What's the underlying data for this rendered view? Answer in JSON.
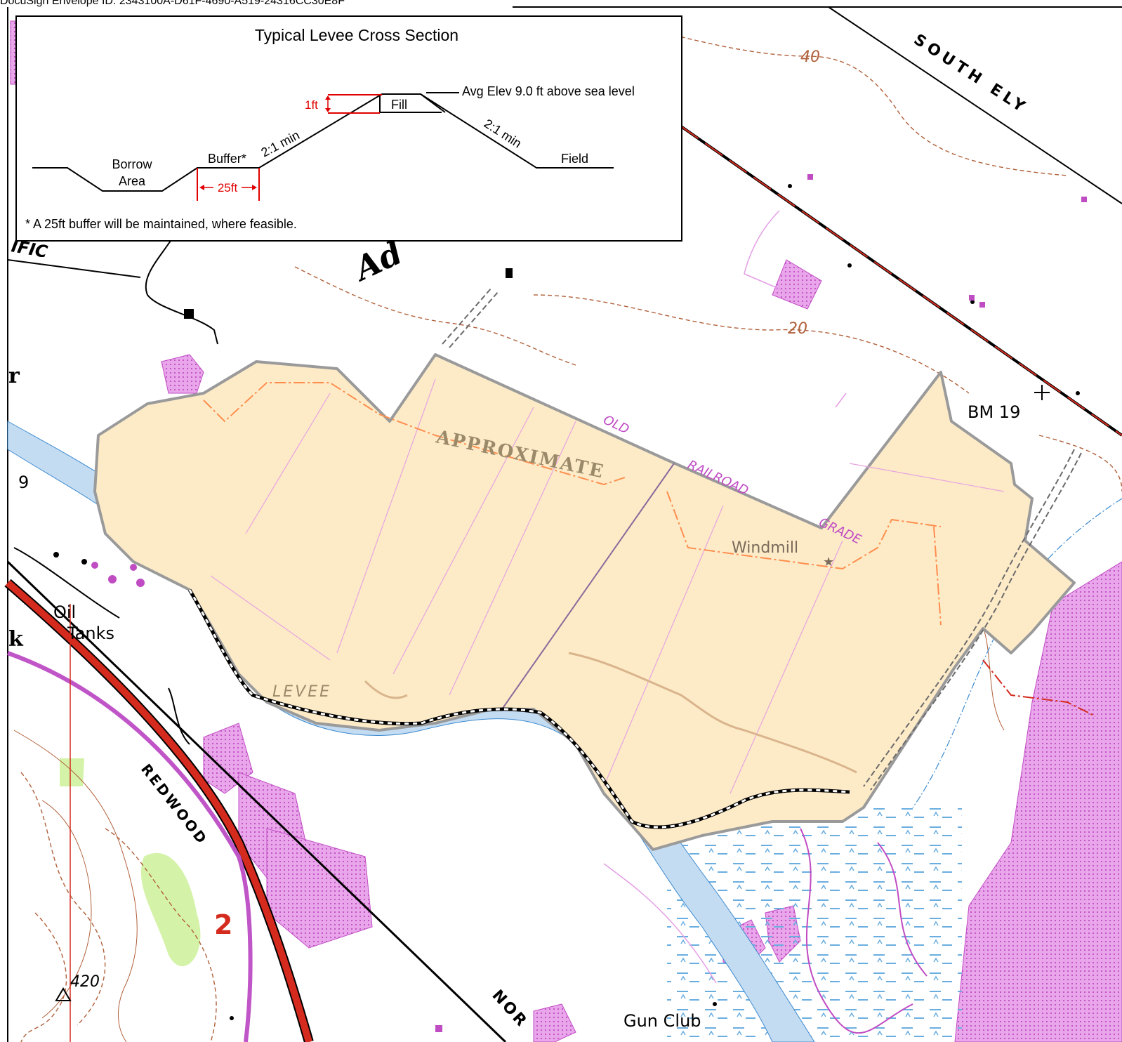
{
  "envelope_id": "DocuSign Envelope ID: 2343100A-D61F-4690-A519-24316CC30E8F",
  "inset": {
    "title": "Typical Levee Cross Section",
    "labels": {
      "avg_elev": "Avg Elev 9.0 ft above sea level",
      "one_ft": "1ft",
      "fill": "Fill",
      "slope_left": "2:1 min",
      "slope_right": "2:1 min",
      "borrow_line1": "Borrow",
      "borrow_line2": "Area",
      "buffer": "Buffer*",
      "buffer_width": "25ft",
      "field": "Field"
    },
    "footnote": "* A 25ft buffer will be maintained, where feasible."
  },
  "map_labels": {
    "south_ely": "SOUTH ELY",
    "contour_40": "40",
    "contour_20": "20",
    "pacific": "IFIC",
    "adobe": "Ad",
    "bm19": "BM 19",
    "old": "OLD",
    "railroad": "RAILROAD",
    "grade": "GRADE",
    "approximate": "APPROXIMATE",
    "windmill": "Windmill",
    "levee": "LEVEE",
    "oil": "Oil",
    "tanks": "Tanks",
    "redwood": "REDWOOD",
    "route_2": "2",
    "peak_420": "420",
    "gun_club": "Gun Club",
    "north": "NOR",
    "edge_r": "r",
    "edge_k": "k",
    "edge_9": "9"
  },
  "colors": {
    "project_area_fill": "#fdebc8",
    "project_area_stroke": "#9a9a9a",
    "water": "#c4dcf2",
    "urban_pink": "#e49ee6",
    "contour_brown": "#b0603a",
    "road_red": "#d42b1e",
    "inset_red": "#e00000"
  }
}
